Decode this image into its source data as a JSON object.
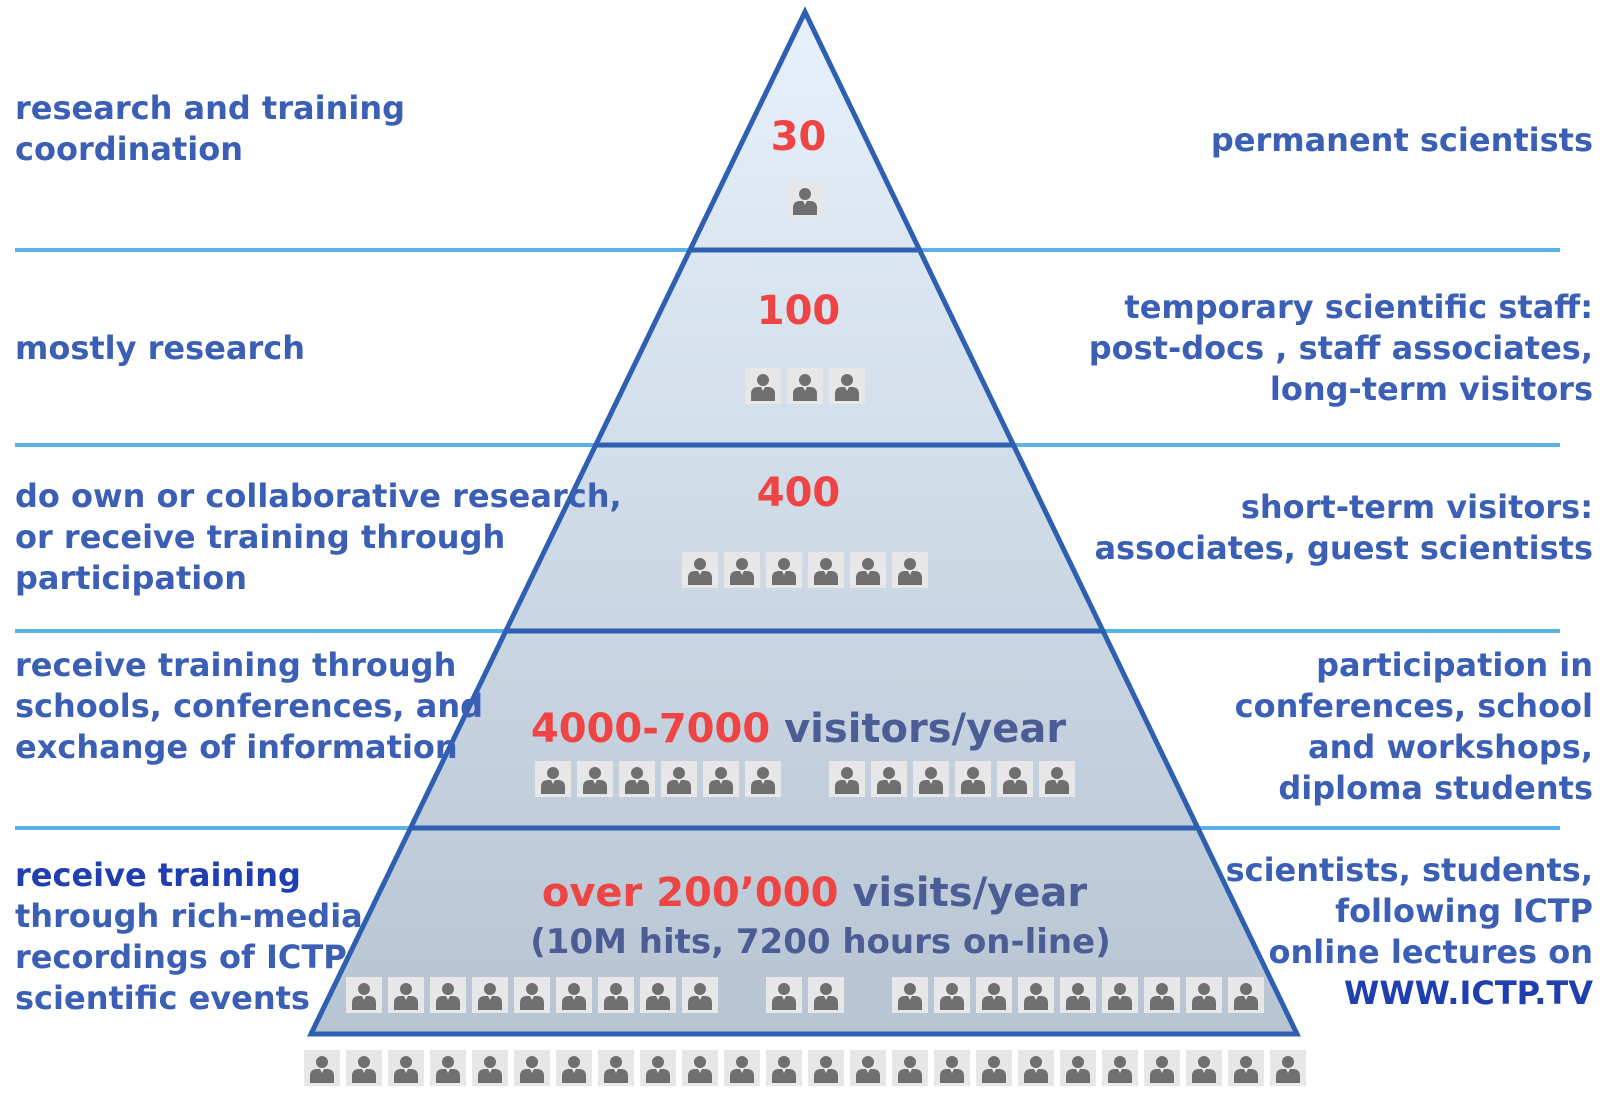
{
  "tiers": [
    {
      "count": "30",
      "left": [
        "research and training",
        "coordination"
      ],
      "right": [
        "permanent scientists"
      ],
      "icon_groups": [
        1
      ]
    },
    {
      "count": "100",
      "left": [
        "mostly research"
      ],
      "right": [
        "temporary scientific staff:",
        "post-docs , staff associates,",
        "long-term visitors"
      ],
      "icon_groups": [
        3
      ]
    },
    {
      "count": "400",
      "left": [
        "do own or collaborative research,",
        "or receive training through",
        "participation"
      ],
      "right": [
        "short-term visitors:",
        "associates, guest scientists"
      ],
      "icon_groups": [
        6
      ]
    },
    {
      "count": "4000-7000",
      "unit": " visitors/year",
      "left": [
        "receive training through",
        "schools, conferences, and",
        "exchange of  information"
      ],
      "right": [
        "participation in",
        "conferences, school",
        "and workshops,",
        "diploma students"
      ],
      "icon_groups": [
        6,
        6
      ]
    },
    {
      "count": "over 200’000",
      "unit": " visits/year",
      "sub": "(10M hits,  7200 hours on-line)",
      "left": [
        "receive training",
        "through rich-media",
        "recordings of ICTP",
        "scientific events"
      ],
      "right": [
        "scientists, students,",
        "following ICTP",
        "online lectures on",
        "WWW.ICTP.TV"
      ],
      "icon_groups": [
        9,
        2,
        9
      ]
    }
  ],
  "base_icons": 24,
  "colors": {
    "outline": "#2f5fb0",
    "divider": "#5ab3e8",
    "number": "#ee4444",
    "text": "#3a5fb5",
    "unit": "#4b5d94",
    "fill_top": "#e6f1fb",
    "fill_bottom": "#b7c4d2",
    "icon": "#6f6f6f"
  }
}
